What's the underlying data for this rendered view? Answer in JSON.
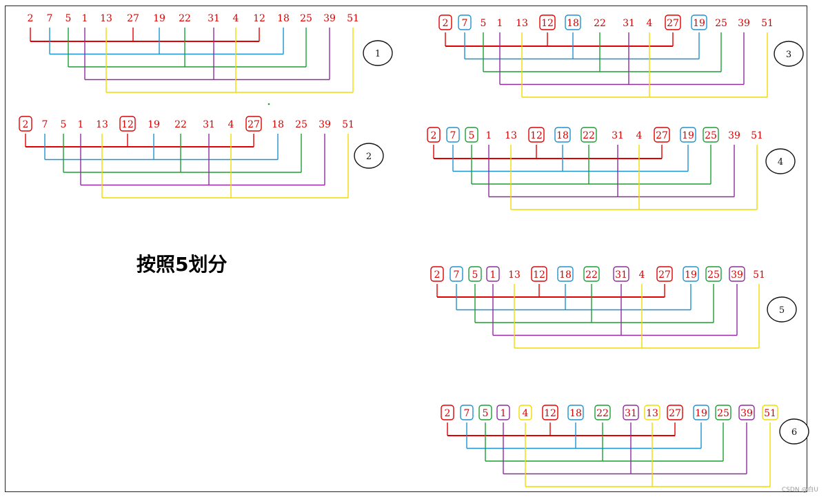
{
  "title": "按照5划分",
  "watermark": "CSDN @白U",
  "colors": [
    "#e00000",
    "#1e90d0",
    "#1a9e32",
    "#8e2a9e",
    "#f0dc00"
  ],
  "panels": [
    {
      "label": "1",
      "numbers": [
        "2",
        "7",
        "5",
        "1",
        "13",
        "27",
        "19",
        "22",
        "31",
        "4",
        "12",
        "18",
        "25",
        "39",
        "51"
      ],
      "group": [
        0,
        1,
        2,
        3,
        4,
        0,
        1,
        2,
        3,
        4,
        0,
        1,
        2,
        3,
        4
      ],
      "boxed": [
        false,
        false,
        false,
        false,
        false,
        false,
        false,
        false,
        false,
        false,
        false,
        false,
        false,
        false,
        false
      ]
    },
    {
      "label": "2",
      "numbers": [
        "2",
        "7",
        "5",
        "1",
        "13",
        "12",
        "19",
        "22",
        "31",
        "4",
        "27",
        "18",
        "25",
        "39",
        "51"
      ],
      "group": [
        0,
        1,
        2,
        3,
        4,
        0,
        1,
        2,
        3,
        4,
        0,
        1,
        2,
        3,
        4
      ],
      "boxed": [
        true,
        false,
        false,
        false,
        false,
        true,
        false,
        false,
        false,
        false,
        true,
        false,
        false,
        false,
        false
      ]
    },
    {
      "label": "3",
      "numbers": [
        "2",
        "7",
        "5",
        "1",
        "13",
        "12",
        "18",
        "22",
        "31",
        "4",
        "27",
        "19",
        "25",
        "39",
        "51"
      ],
      "group": [
        0,
        1,
        2,
        3,
        4,
        0,
        1,
        2,
        3,
        4,
        0,
        1,
        2,
        3,
        4
      ],
      "boxed": [
        true,
        true,
        false,
        false,
        false,
        true,
        true,
        false,
        false,
        false,
        true,
        true,
        false,
        false,
        false
      ]
    },
    {
      "label": "4",
      "numbers": [
        "2",
        "7",
        "5",
        "1",
        "13",
        "12",
        "18",
        "22",
        "31",
        "4",
        "27",
        "19",
        "25",
        "39",
        "51"
      ],
      "group": [
        0,
        1,
        2,
        3,
        4,
        0,
        1,
        2,
        3,
        4,
        0,
        1,
        2,
        3,
        4
      ],
      "boxed": [
        true,
        true,
        true,
        false,
        false,
        true,
        true,
        true,
        false,
        false,
        true,
        true,
        true,
        false,
        false
      ]
    },
    {
      "label": "5",
      "numbers": [
        "2",
        "7",
        "5",
        "1",
        "13",
        "12",
        "18",
        "22",
        "31",
        "4",
        "27",
        "19",
        "25",
        "39",
        "51"
      ],
      "group": [
        0,
        1,
        2,
        3,
        4,
        0,
        1,
        2,
        3,
        4,
        0,
        1,
        2,
        3,
        4
      ],
      "boxed": [
        true,
        true,
        true,
        true,
        false,
        true,
        true,
        true,
        true,
        false,
        true,
        true,
        true,
        true,
        false
      ]
    },
    {
      "label": "6",
      "numbers": [
        "2",
        "7",
        "5",
        "1",
        "4",
        "12",
        "18",
        "22",
        "31",
        "13",
        "27",
        "19",
        "25",
        "39",
        "51"
      ],
      "group": [
        0,
        1,
        2,
        3,
        4,
        0,
        1,
        2,
        3,
        4,
        0,
        1,
        2,
        3,
        4
      ],
      "boxed": [
        true,
        true,
        true,
        true,
        true,
        true,
        true,
        true,
        true,
        true,
        true,
        true,
        true,
        true,
        true
      ]
    }
  ]
}
